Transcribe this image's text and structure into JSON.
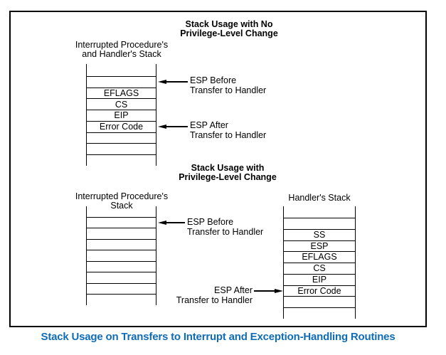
{
  "palette": {
    "line_color": "#000000",
    "caption_color": "#0f6cb5",
    "background": "#ffffff"
  },
  "caption": "Stack Usage on Transfers to Interrupt and Exception-Handling Routines",
  "no_plc": {
    "title": [
      "Stack Usage with No",
      "Privilege-Level Change"
    ],
    "stack_label": [
      "Interrupted Procedure's",
      "and Handler's Stack"
    ],
    "stack_rows": [
      "",
      "EFLAGS",
      "CS",
      "EIP",
      "Error Code",
      "",
      ""
    ],
    "esp_before": [
      "ESP Before",
      "Transfer to Handler"
    ],
    "esp_after": [
      "ESP After",
      "Transfer to Handler"
    ]
  },
  "plc": {
    "title": [
      "Stack Usage with",
      "Privilege-Level Change"
    ],
    "left_stack_label": [
      "Interrupted Procedure's",
      "Stack"
    ],
    "left_stack_rows": [
      "",
      "",
      "",
      "",
      "",
      "",
      ""
    ],
    "right_stack_label": "Handler's Stack",
    "right_stack_rows": [
      "",
      "SS",
      "ESP",
      "EFLAGS",
      "CS",
      "EIP",
      "Error Code",
      ""
    ],
    "esp_before": [
      "ESP Before",
      "Transfer to Handler"
    ],
    "esp_after": [
      "ESP After",
      "Transfer to Handler"
    ]
  }
}
